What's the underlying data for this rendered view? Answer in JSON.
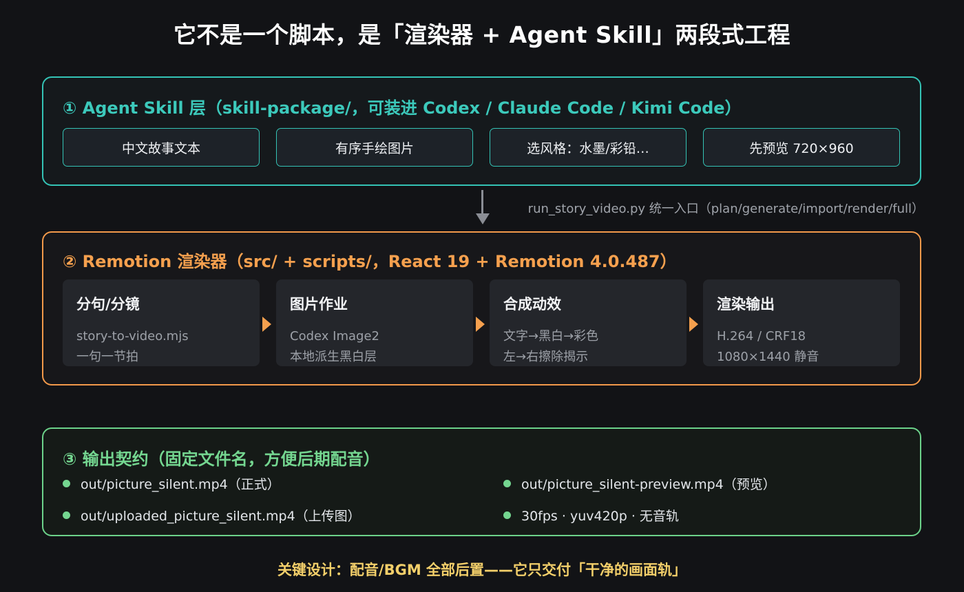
{
  "title": "它不是一个脚本，是「渲染器 + Agent Skill」两段式工程",
  "colors": {
    "background": "#121316",
    "skill_accent": "#34c3b5",
    "renderer_accent": "#f2994a",
    "output_accent": "#6cd28a",
    "footer_accent": "#f3cf6a"
  },
  "skill_layer": {
    "title": "① Agent Skill 层（skill-package/，可装进 Codex / Claude Code / Kimi Code）",
    "inputs": [
      "中文故事文本",
      "有序手绘图片",
      "选风格：水墨/彩铅…",
      "先预览 720×960"
    ]
  },
  "connector": {
    "note": "run_story_video.py 统一入口（plan/generate/import/render/full）"
  },
  "renderer": {
    "title": "② Remotion 渲染器（src/ + scripts/，React 19 + Remotion 4.0.487）",
    "steps": [
      {
        "title": "分句/分镜",
        "line1": "story-to-video.mjs",
        "line2": "一句一节拍"
      },
      {
        "title": "图片作业",
        "line1": "Codex Image2",
        "line2": "本地派生黑白层"
      },
      {
        "title": "合成动效",
        "line1": "文字→黑白→彩色",
        "line2": "左→右擦除揭示"
      },
      {
        "title": "渲染输出",
        "line1": "H.264 / CRF18",
        "line2": "1080×1440 静音"
      }
    ]
  },
  "output_contract": {
    "title": "③ 输出契约（固定文件名，方便后期配音）",
    "items": [
      "out/picture_silent.mp4（正式）",
      "out/picture_silent-preview.mp4（预览）",
      "out/uploaded_picture_silent.mp4（上传图）",
      "30fps · yuv420p · 无音轨"
    ]
  },
  "footer": "关键设计：配音/BGM 全部后置——它只交付「干净的画面轨」"
}
